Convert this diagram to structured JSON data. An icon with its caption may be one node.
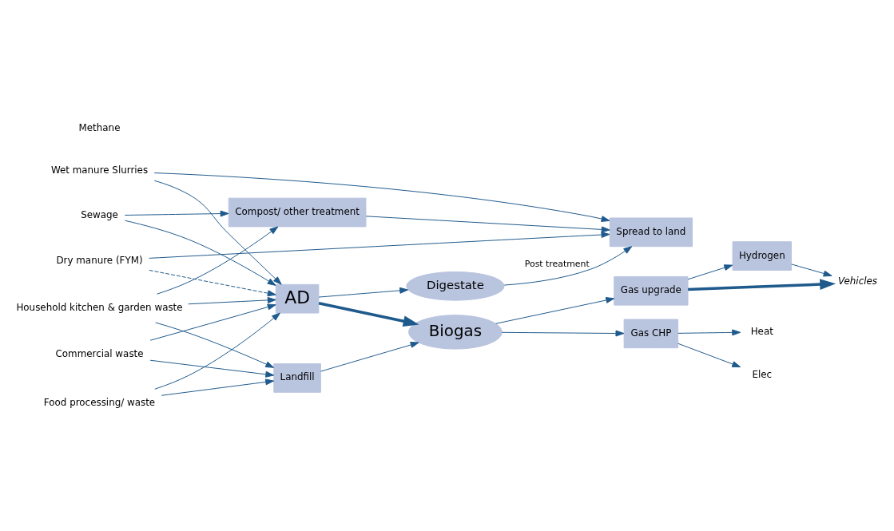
{
  "diagram": {
    "nodes": [
      {
        "text": [
          "Sewage"
        ]
      },
      {
        "text": [
          "Compost/ other treatment"
        ]
      },
      {
        "text": [
          "Spread to land"
        ]
      },
      {
        "text": [
          "Household kitchen & garden waste"
        ]
      },
      {
        "text": [
          "Wet manure Slurries"
        ]
      },
      {
        "text": [
          "Dry manure (FYM)"
        ]
      },
      {
        "text": [
          "Food processing/ waste"
        ]
      },
      {
        "text": [
          "Commercial waste"
        ]
      },
      {
        "text": [
          "AD"
        ]
      },
      {
        "text": [
          "Digestate"
        ]
      },
      {
        "text": [
          "Biogas"
        ]
      },
      {
        "text": [
          "Landfill"
        ]
      },
      {
        "text": [
          "Gas CHP"
        ]
      },
      {
        "text": [
          "Heat"
        ]
      },
      {
        "text": [
          "Elec"
        ]
      },
      {
        "text": [
          "Gas upgrade"
        ]
      },
      {
        "text": [
          "Hydrogen"
        ]
      },
      {
        "text": [
          "Vehicles"
        ]
      }
    ],
    "edges": [
      {
        "from": 0,
        "to": 1,
        "arrow": "to"
      },
      {
        "from": 0,
        "to": 8,
        "arrow": "to"
      },
      {
        "from": 3,
        "to": 1,
        "arrow": "to"
      },
      {
        "from": 3,
        "to": 8,
        "arrow": "to"
      },
      {
        "from": 3,
        "to": 11,
        "arrow": "to"
      },
      {
        "from": 4,
        "to": 2,
        "arrow": "to"
      },
      {
        "from": 4,
        "to": 8,
        "arrow": "to"
      },
      {
        "from": 5,
        "to": 2,
        "arrow": "to"
      },
      {
        "from": 5,
        "to": 8,
        "arrow": "to",
        "style": "dashed"
      },
      {
        "from": 6,
        "to": 8,
        "arrow": "to"
      },
      {
        "from": 6,
        "to": 11,
        "arrow": "to"
      },
      {
        "from": 7,
        "to": 8,
        "arrow": "to"
      },
      {
        "from": 7,
        "to": 11,
        "arrow": "to"
      },
      {
        "from": 1,
        "to": 2,
        "arrow": "to"
      },
      {
        "from": 8,
        "to": 9,
        "arrow": "to"
      },
      {
        "from": 8,
        "to": 10,
        "arrow": "to",
        "style": "thick"
      },
      {
        "from": 11,
        "to": 10,
        "arrow": "to"
      },
      {
        "from": 9,
        "to": 2,
        "arrow": "to",
        "label": "Post treatment"
      },
      {
        "from": 10,
        "to": 12,
        "arrow": "to"
      },
      {
        "from": 10,
        "to": 15,
        "arrow": "to"
      },
      {
        "from": 12,
        "to": 13,
        "arrow": "to"
      },
      {
        "from": 12,
        "to": 14,
        "arrow": "to"
      },
      {
        "from": 15,
        "to": 17,
        "arrow": "to",
        "style": "thick"
      },
      {
        "from": 15,
        "to": 16,
        "arrow": "to"
      },
      {
        "from": 16,
        "to": 17,
        "arrow": "to"
      }
    ],
    "labels": [
      "Methane"
    ]
  }
}
